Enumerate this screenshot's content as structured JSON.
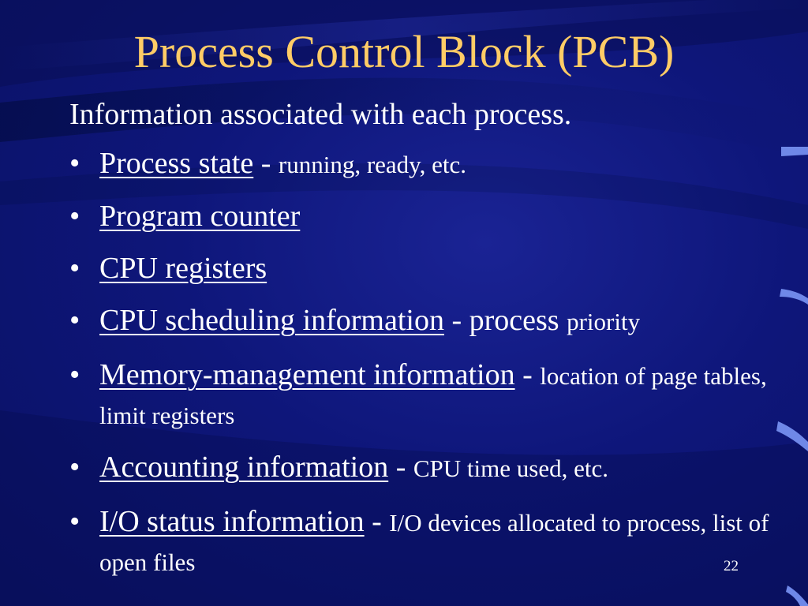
{
  "slide": {
    "title": "Process Control Block (PCB)",
    "intro": "Information associated with each process.",
    "bullet_symbol": "•",
    "items": [
      {
        "term": "Process state",
        "sep": " - ",
        "detail": "running, ready, etc."
      },
      {
        "term": "Program counter",
        "sep": "",
        "detail": ""
      },
      {
        "term": "CPU registers",
        "sep": "",
        "detail": ""
      },
      {
        "term": "CPU scheduling information",
        "sep": " - ",
        "detail_big": "process ",
        "detail": "priority"
      },
      {
        "term": "Memory-management information",
        "sep": " - ",
        "detail": "location of page tables, limit registers"
      },
      {
        "term": "Accounting information",
        "sep": " - ",
        "detail": "CPU time used, etc."
      },
      {
        "term": "I/O status information",
        "sep": " - ",
        "detail": "I/O devices allocated to process, list of open files"
      }
    ],
    "page_number": "22"
  },
  "colors": {
    "background": "#0c1470",
    "title": "#ffcc66",
    "text": "#ffffff"
  }
}
